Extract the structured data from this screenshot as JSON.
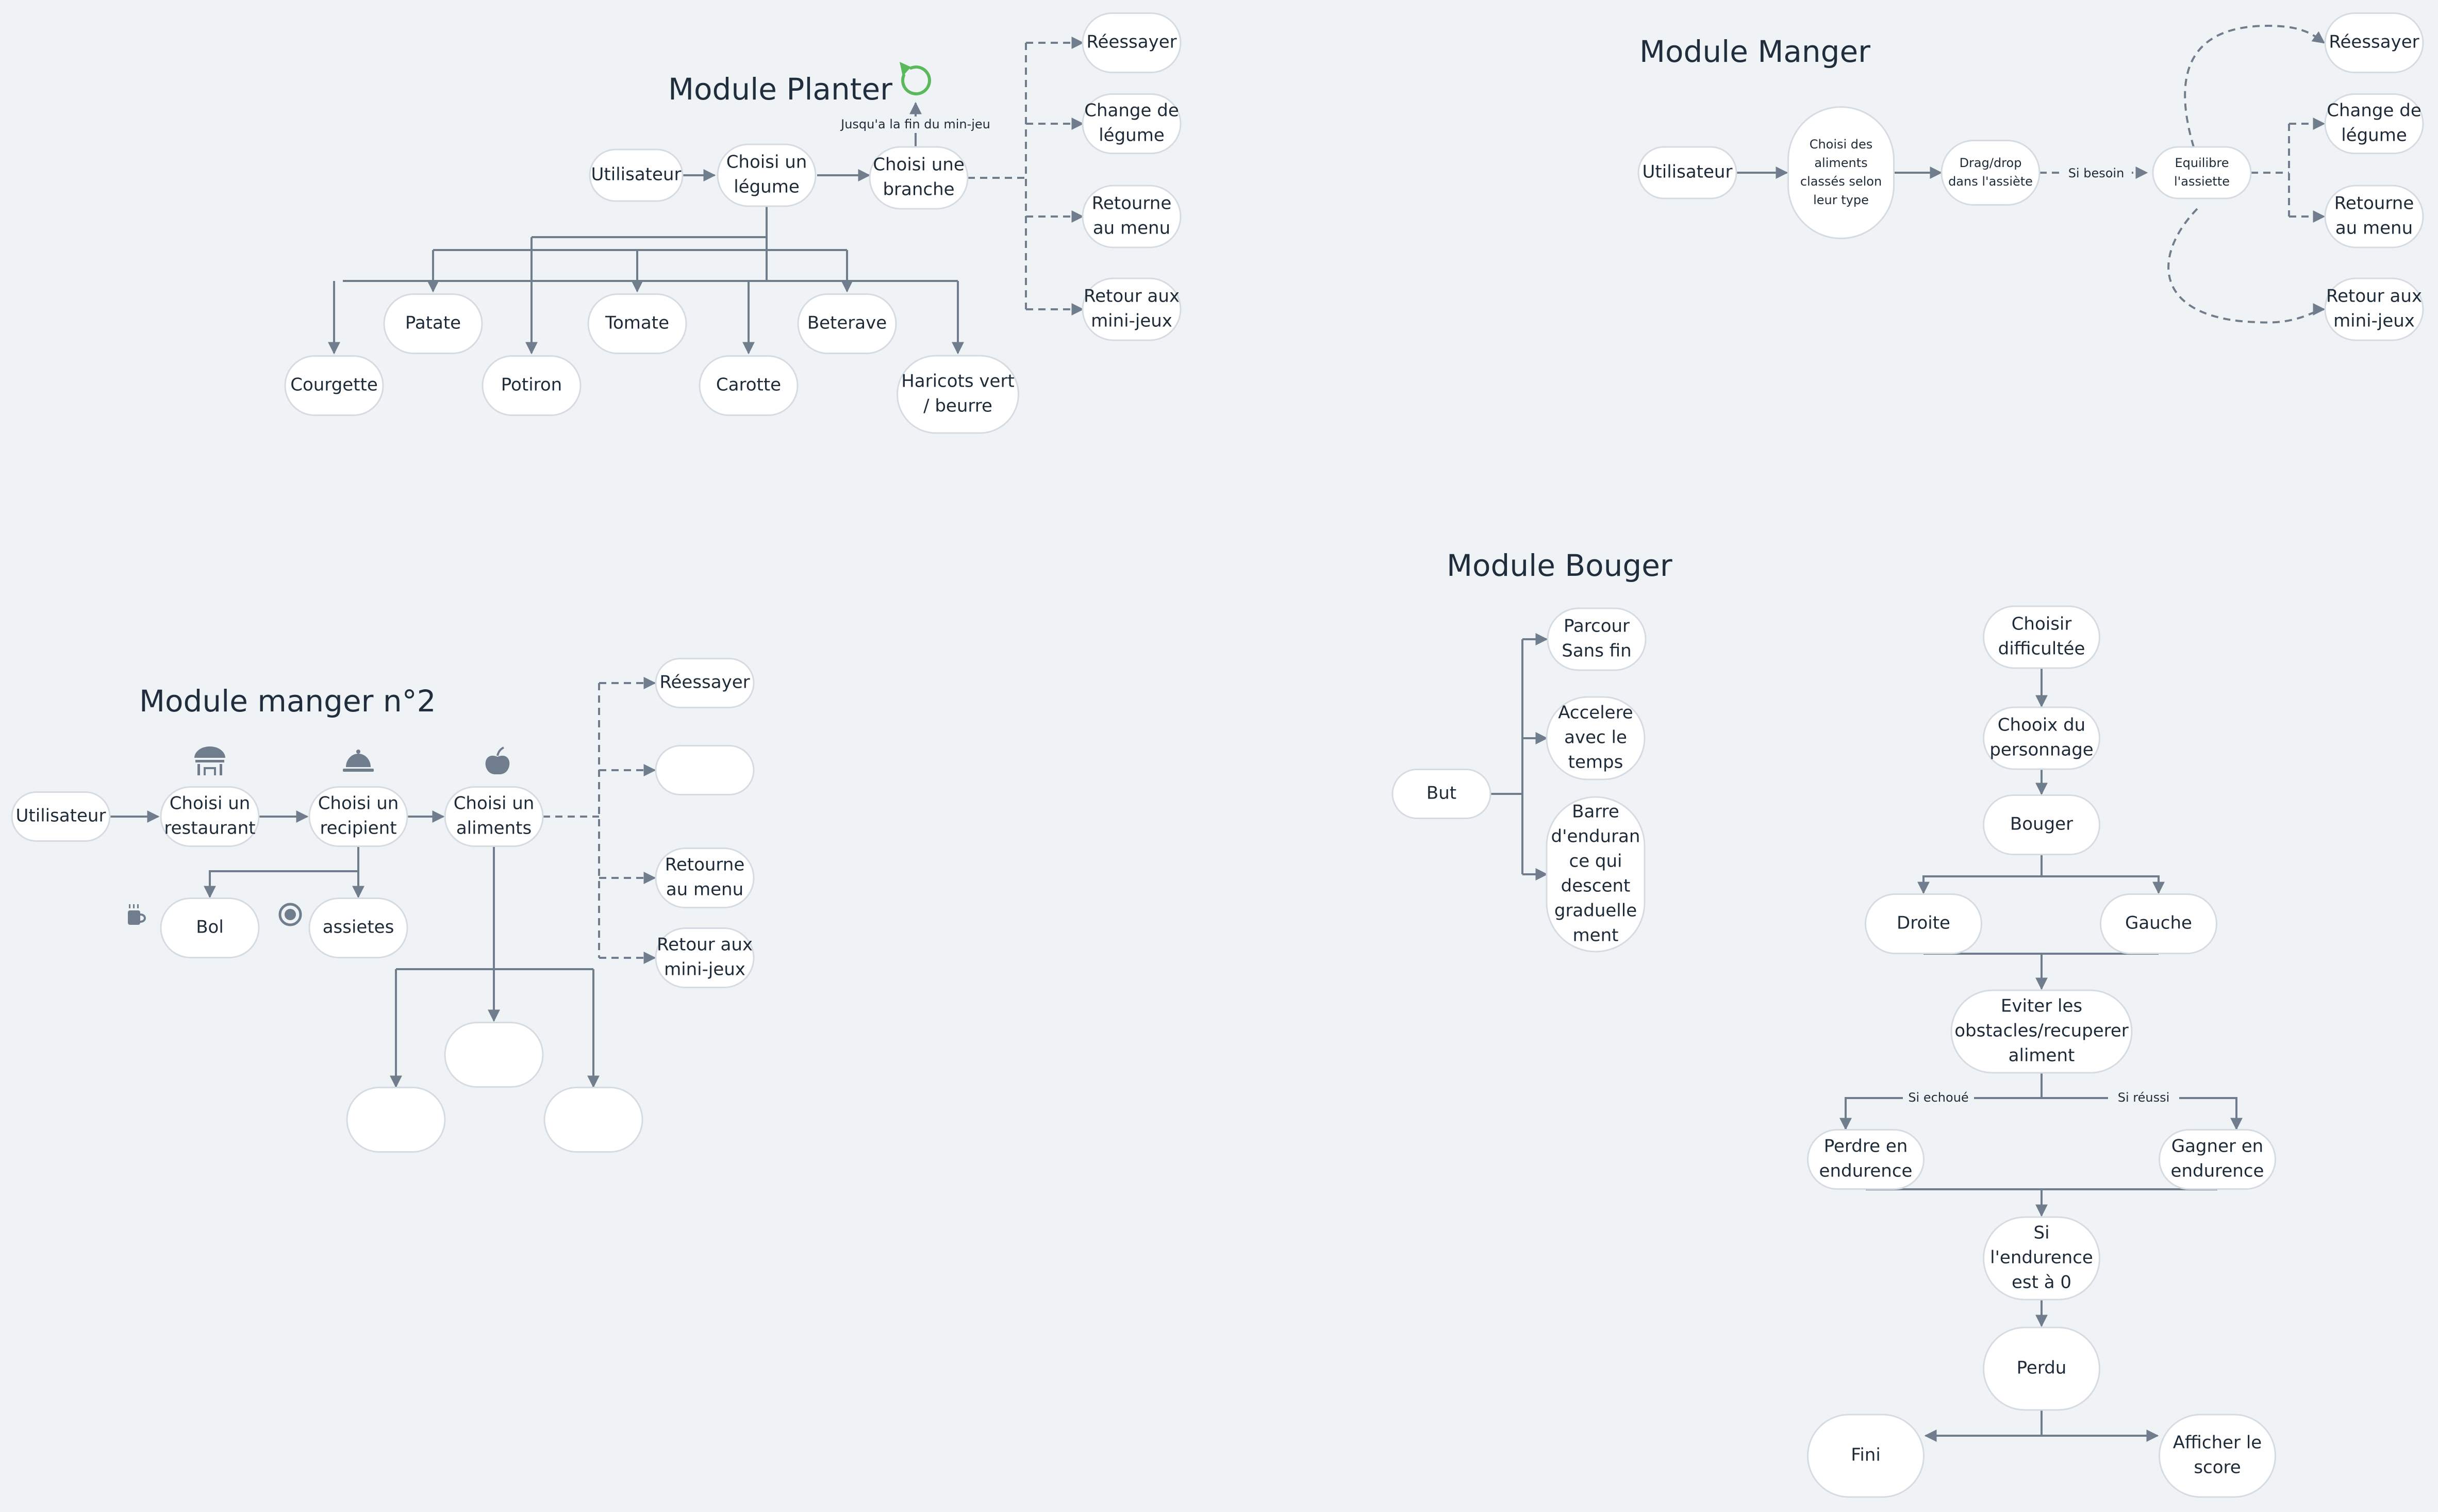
{
  "theme": {
    "background": "#f0f3f5",
    "line": "#6f7d8c",
    "node_fill": "#ffffff",
    "node_stroke": "#d5dbe2",
    "refresh_icon": "#5cb85c",
    "icon": "#6f7d8c"
  },
  "planter": {
    "title": "Module Planter",
    "until_label": "Jusqu'a la fin du min-jeu",
    "utilisateur": "Utilisateur",
    "choisi_legume": [
      "Choisi un",
      "légume"
    ],
    "choisi_branche": [
      "Choisi une",
      "branche"
    ],
    "reessayer": "Réessayer",
    "change_legume": [
      "Change de",
      "légume"
    ],
    "retour_menu": [
      "Retourne",
      "au menu"
    ],
    "retour_jeux": [
      "Retour aux",
      "mini-jeux"
    ],
    "patate": "Patate",
    "tomate": "Tomate",
    "beterave": "Beterave",
    "courgette": "Courgette",
    "potiron": "Potiron",
    "carotte": "Carotte",
    "haricots": [
      "Haricots vert",
      "/ beurre"
    ]
  },
  "manger": {
    "title": "Module Manger",
    "utilisateur": "Utilisateur",
    "choisi_aliments": [
      "Choisi des",
      "aliments",
      "classés selon",
      "leur type"
    ],
    "drag_drop": [
      "Drag/drop",
      "dans l'assiète"
    ],
    "si_besoin": "Si besoin",
    "equilibre": [
      "Equilibre",
      "l'assiette"
    ],
    "reessayer": "Réessayer",
    "change_legume": [
      "Change de",
      "légume"
    ],
    "retour_menu": [
      "Retourne",
      "au menu"
    ],
    "retour_jeux": [
      "Retour aux",
      "mini-jeux"
    ]
  },
  "manger2": {
    "title": "Module manger n°2",
    "utilisateur": "Utilisateur",
    "restaurant": [
      "Choisi un",
      "restaurant"
    ],
    "recipient": [
      "Choisi un",
      "recipient"
    ],
    "aliments": [
      "Choisi un",
      "aliments"
    ],
    "bol": "Bol",
    "assietes": "assietes",
    "reessayer": "Réessayer",
    "retour_menu": [
      "Retourne",
      "au menu"
    ],
    "retour_jeux": [
      "Retour aux",
      "mini-jeux"
    ]
  },
  "bouger": {
    "title": "Module Bouger",
    "but": "But",
    "parcour": [
      "Parcour",
      "Sans fin"
    ],
    "accelere": [
      "Accelere",
      "avec le",
      "temps"
    ],
    "barre": [
      "Barre",
      "d'enduran",
      "ce qui",
      "descent",
      "graduelle",
      "ment"
    ],
    "choisir": [
      "Choisir",
      "difficultée"
    ],
    "chooix": [
      "Chooix du",
      "personnage"
    ],
    "bouger": "Bouger",
    "droite": "Droite",
    "gauche": "Gauche",
    "eviter": [
      "Eviter les",
      "obstacles/recuperer",
      "aliment"
    ],
    "si_echoue": "Si echoué",
    "si_reussi": "Si réussi",
    "perdre": [
      "Perdre en",
      "endurence"
    ],
    "gagner": [
      "Gagner en",
      "endurence"
    ],
    "si_endurance": [
      "Si",
      "l'endurence",
      "est à 0"
    ],
    "perdu": "Perdu",
    "fini": "Fini",
    "afficher": [
      "Afficher le",
      "score"
    ]
  }
}
